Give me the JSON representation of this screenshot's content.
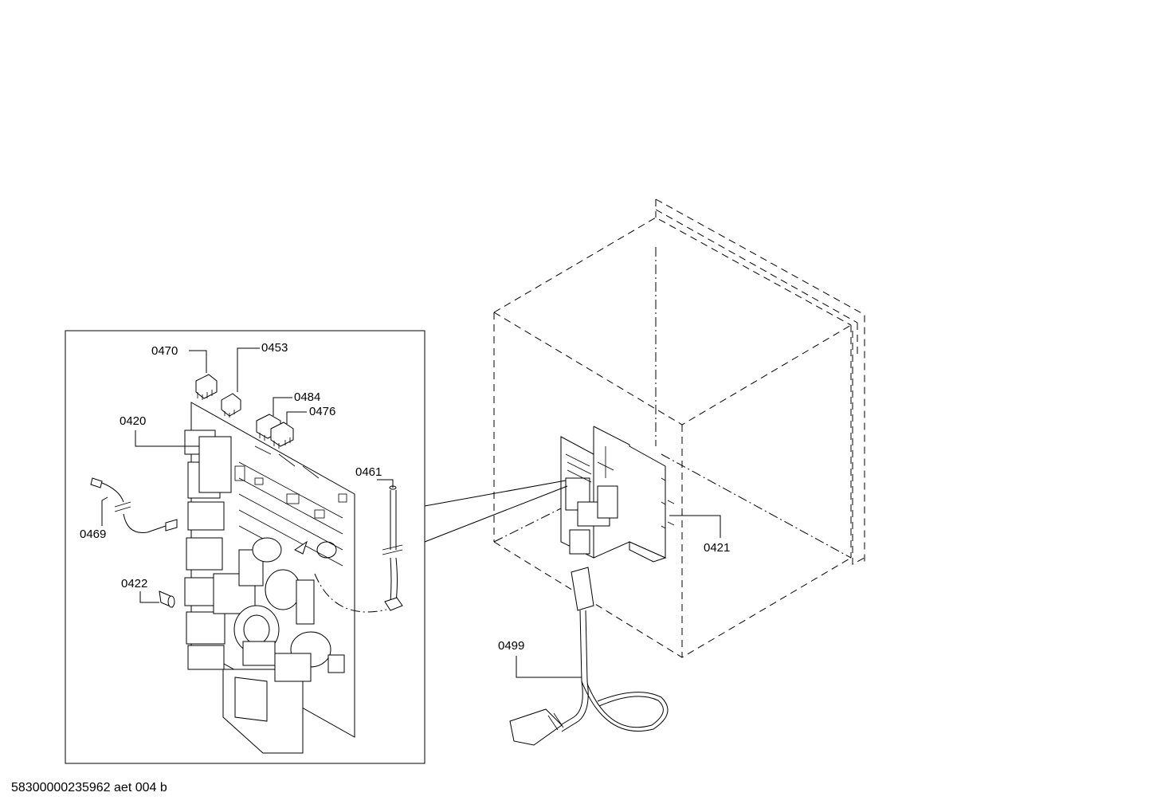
{
  "document_code": "58300000235962 aet 004 b",
  "part_labels": {
    "p0470": "0470",
    "p0453": "0453",
    "p0484": "0484",
    "p0476": "0476",
    "p0420": "0420",
    "p0461": "0461",
    "p0469": "0469",
    "p0422": "0422",
    "p0421": "0421",
    "p0499": "0499"
  }
}
